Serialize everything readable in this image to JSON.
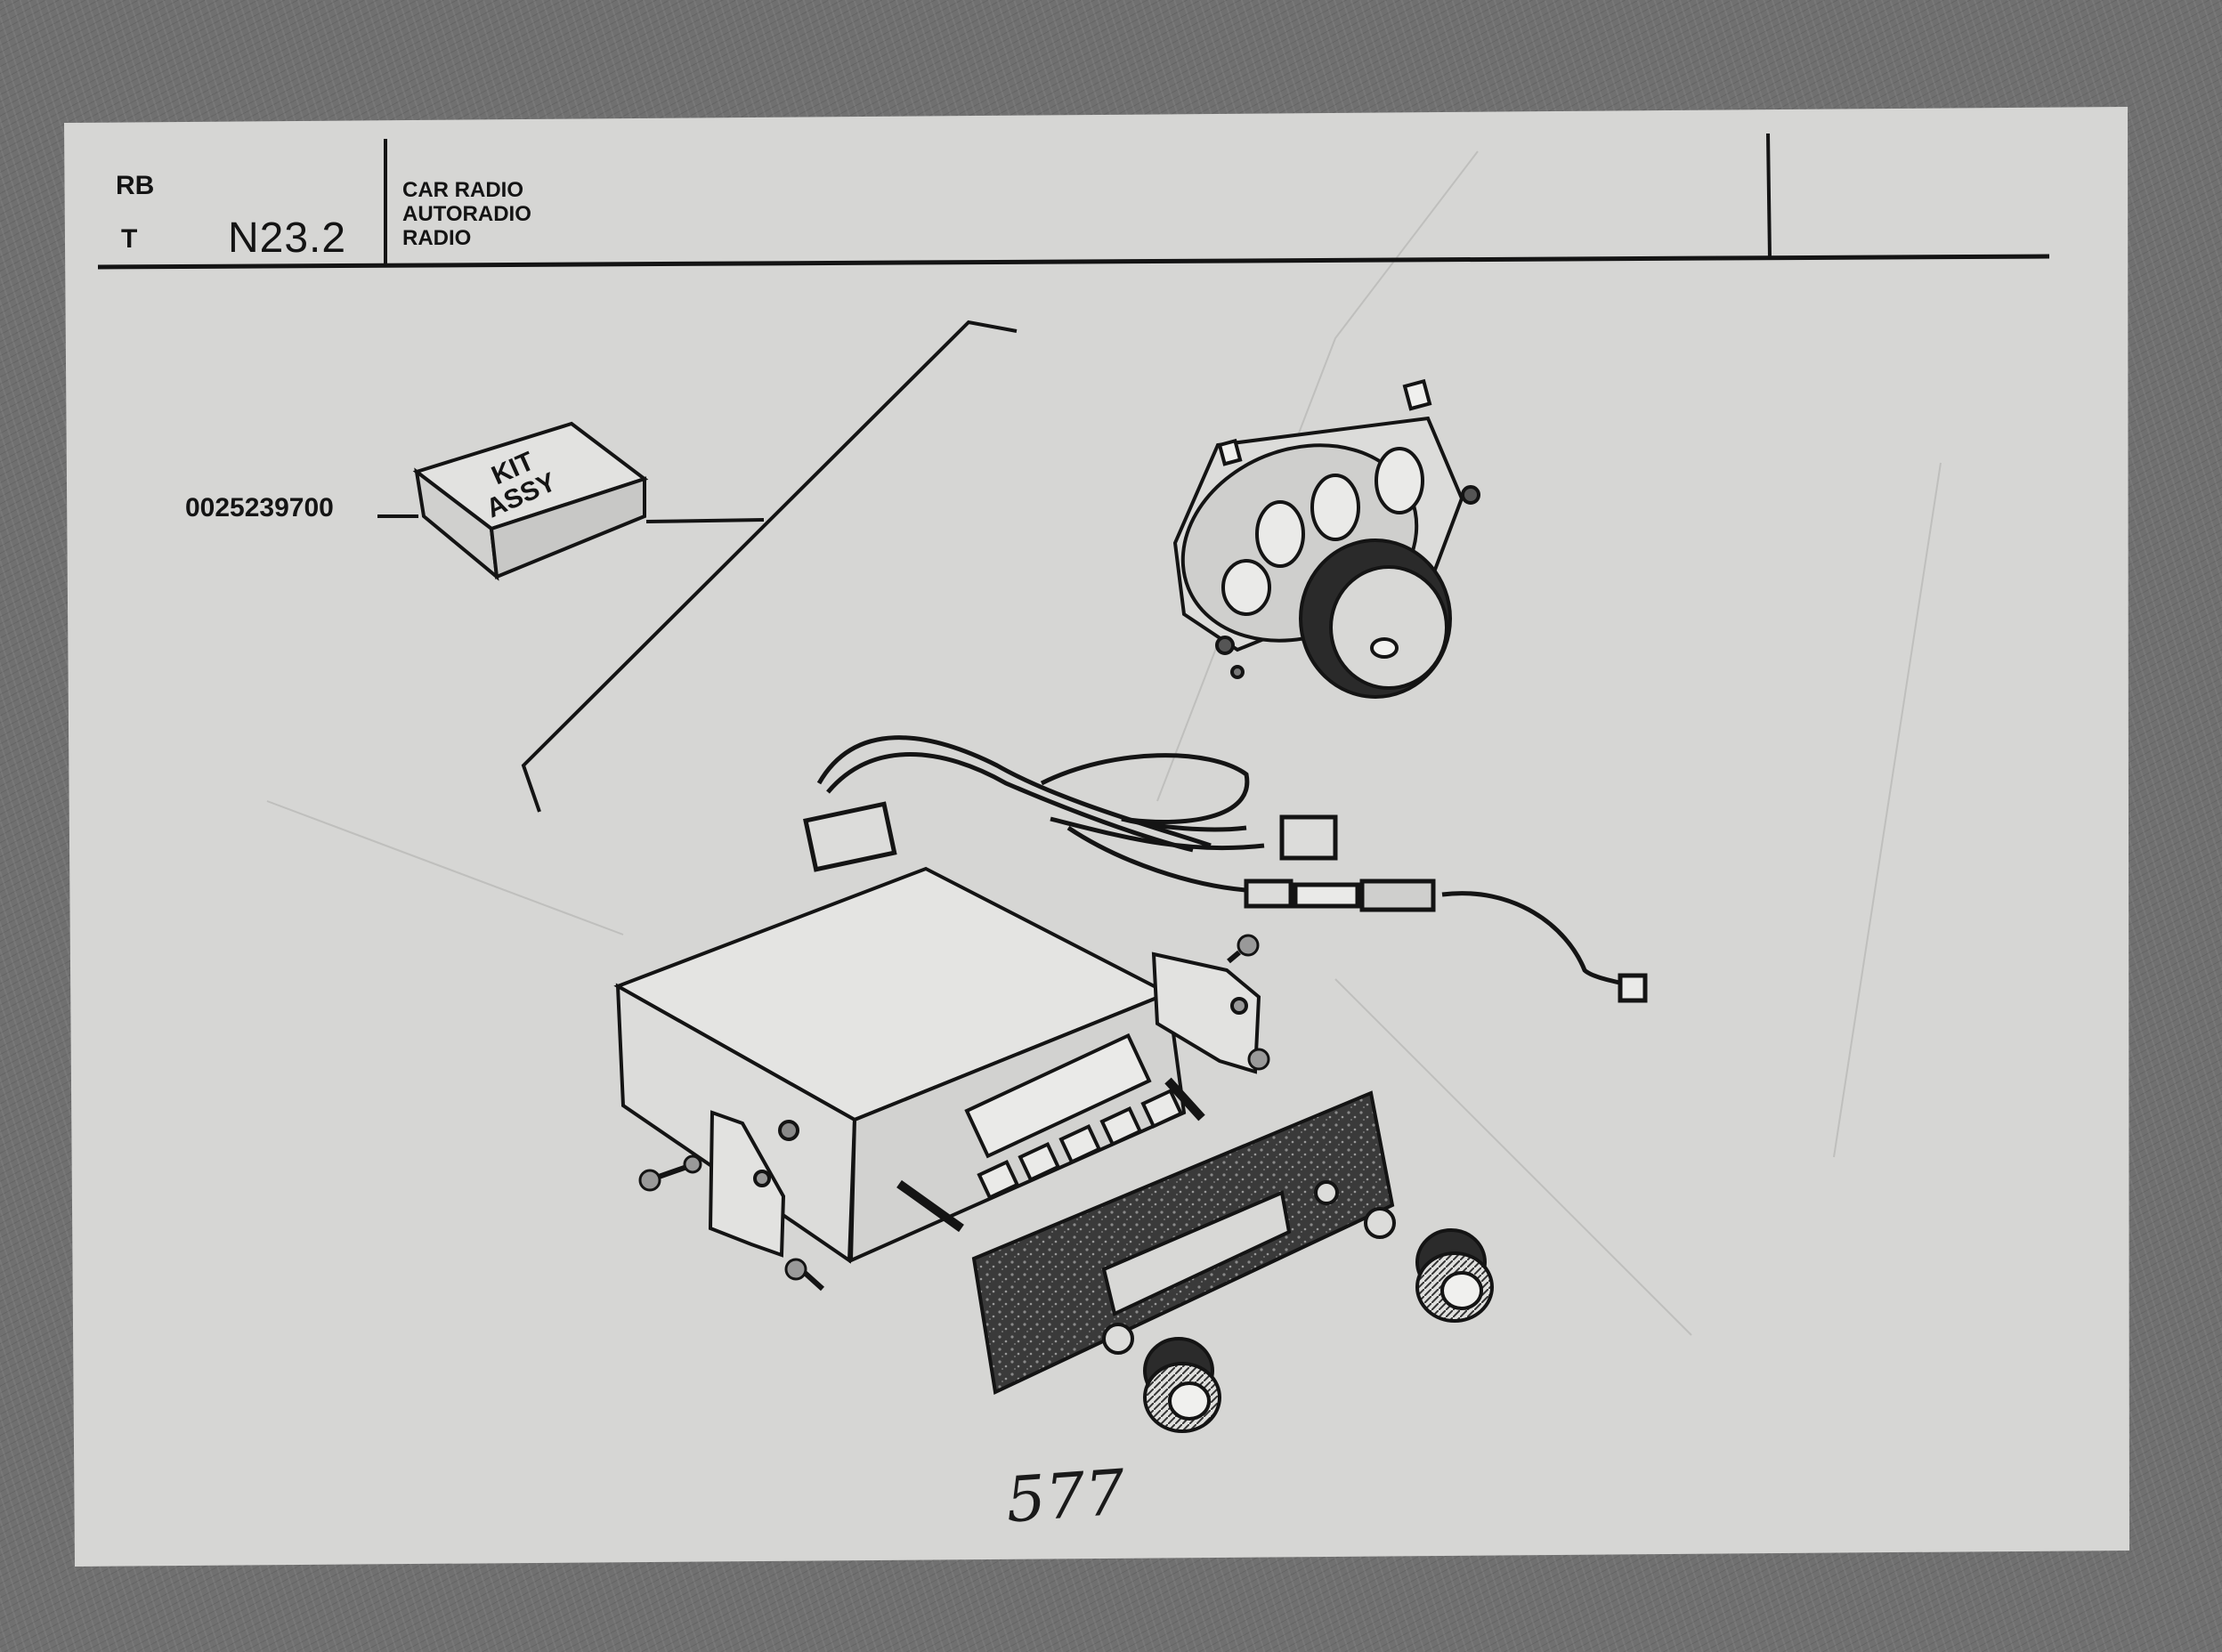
{
  "header": {
    "code_rb": "RB",
    "code_t": "T",
    "page_number": "N23.2",
    "titles": [
      "CAR RADIO",
      "AUTORADIO",
      "RADIO"
    ]
  },
  "kit": {
    "part_number": "0025239700",
    "box_label_line1": "KIT",
    "box_label_line2": "ASSY"
  },
  "handwritten_note": "577",
  "colors": {
    "paper": "#d6d6d4",
    "ink": "#161616",
    "background": "#707070"
  }
}
